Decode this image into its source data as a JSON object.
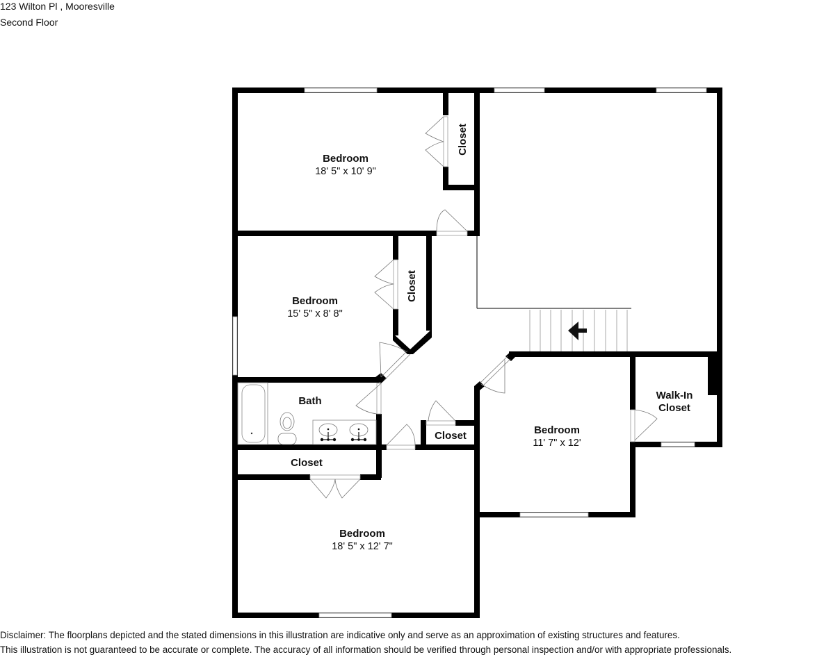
{
  "header": {
    "address": "123 Wilton Pl , Mooresville",
    "floor": "Second Floor"
  },
  "rooms": [
    {
      "id": "bedroom-1",
      "label": "Bedroom",
      "dimensions": "18' 5\" x 10' 9\""
    },
    {
      "id": "closet-1",
      "label": "Closet"
    },
    {
      "id": "bedroom-2",
      "label": "Bedroom",
      "dimensions": "15' 5\" x 8' 8\""
    },
    {
      "id": "closet-2",
      "label": "Closet"
    },
    {
      "id": "bath",
      "label": "Bath"
    },
    {
      "id": "closet-3",
      "label": "Closet"
    },
    {
      "id": "closet-4",
      "label": "Closet"
    },
    {
      "id": "bedroom-3",
      "label": "Bedroom",
      "dimensions": "11' 7\" x 12'"
    },
    {
      "id": "walkin-closet",
      "label_line1": "Walk-In",
      "label_line2": "Closet"
    },
    {
      "id": "bedroom-4",
      "label": "Bedroom",
      "dimensions": "18' 5\" x 12' 7\""
    }
  ],
  "disclaimer": {
    "line1": "Disclaimer: The floorplans depicted and the stated dimensions in this illustration are indicative only and serve as an approximation of existing structures and features.",
    "line2": "This illustration is not guaranteed to be accurate or complete. The accuracy of all information should be verified through personal inspection and/or with appropriate professionals."
  }
}
